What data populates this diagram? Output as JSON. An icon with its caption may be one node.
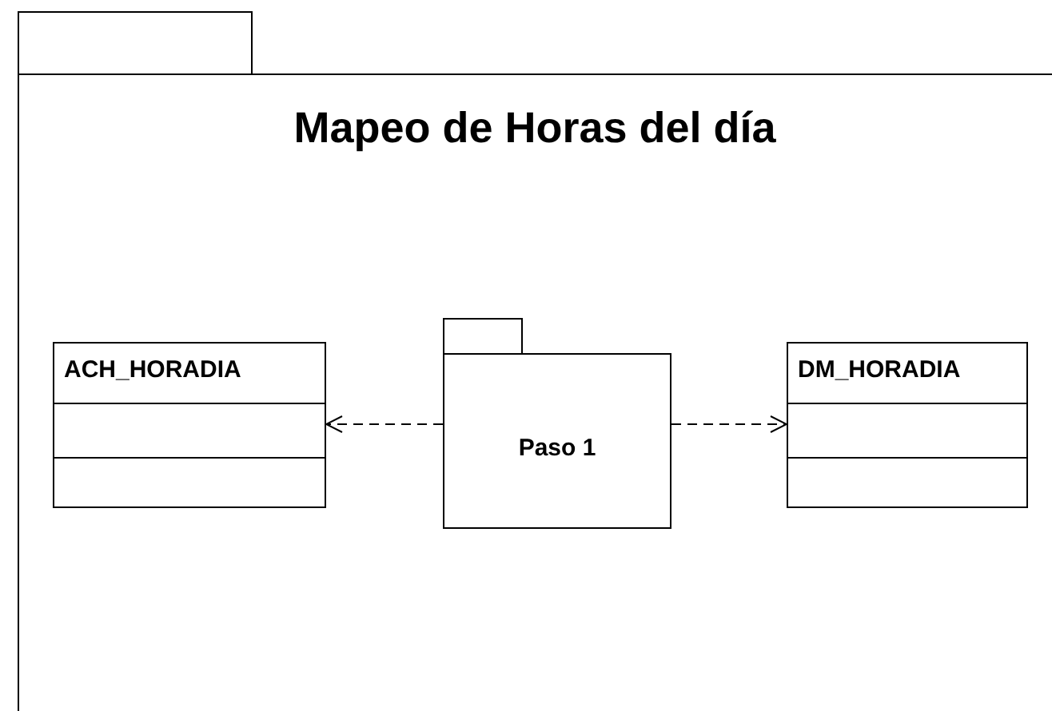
{
  "diagram": {
    "nodes": [
      {
        "text": [
          "Mapeo de Horas del día"
        ]
      },
      {
        "text": [
          "ACH_HORADIA"
        ],
        "in": 0
      },
      {
        "text": [
          "Paso 1"
        ],
        "in": 0
      },
      {
        "text": [
          "DM_HORADIA"
        ],
        "in": 0
      }
    ],
    "edges": [
      {
        "from": 2,
        "to": 1,
        "arrow": "to",
        "style": "dashed"
      },
      {
        "from": 2,
        "to": 3,
        "arrow": "to",
        "style": "dashed"
      }
    ]
  }
}
